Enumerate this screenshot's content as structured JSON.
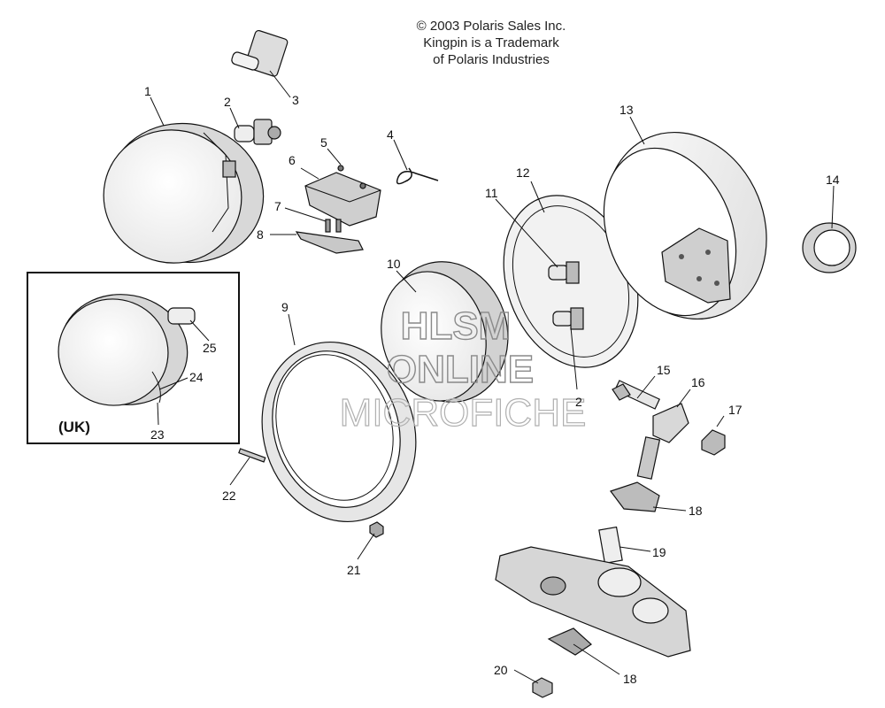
{
  "copyright": {
    "line1": "© 2003 Polaris Sales Inc.",
    "line2": "Kingpin is a Trademark",
    "line3": "of Polaris Industries"
  },
  "watermark": {
    "line1": "HLSM",
    "line2": "ONLINE",
    "line3": "MICROFICHE"
  },
  "inset_label": "(UK)",
  "callouts": {
    "c1": "1",
    "c2": "2",
    "c2b": "2",
    "c3": "3",
    "c4": "4",
    "c5": "5",
    "c6": "6",
    "c7": "7",
    "c8": "8",
    "c9": "9",
    "c10": "10",
    "c11": "11",
    "c12": "12",
    "c13": "13",
    "c14": "14",
    "c15": "15",
    "c16": "16",
    "c17": "17",
    "c18": "18",
    "c18b": "18",
    "c19": "19",
    "c20": "20",
    "c21": "21",
    "c22": "22",
    "c23": "23",
    "c24": "24",
    "c25": "25"
  }
}
